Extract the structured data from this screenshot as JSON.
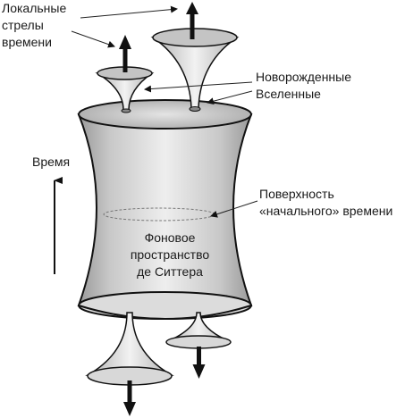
{
  "labels": {
    "local_arrows": [
      "Локальные",
      "стрелы",
      "времени"
    ],
    "newborn": [
      "Новорожденные",
      "Вселенные"
    ],
    "time": "Время",
    "surface": [
      "Поверхность",
      "«начального» времени"
    ],
    "background": [
      "Фоновое",
      "пространство",
      "де Ситтера"
    ]
  }
}
